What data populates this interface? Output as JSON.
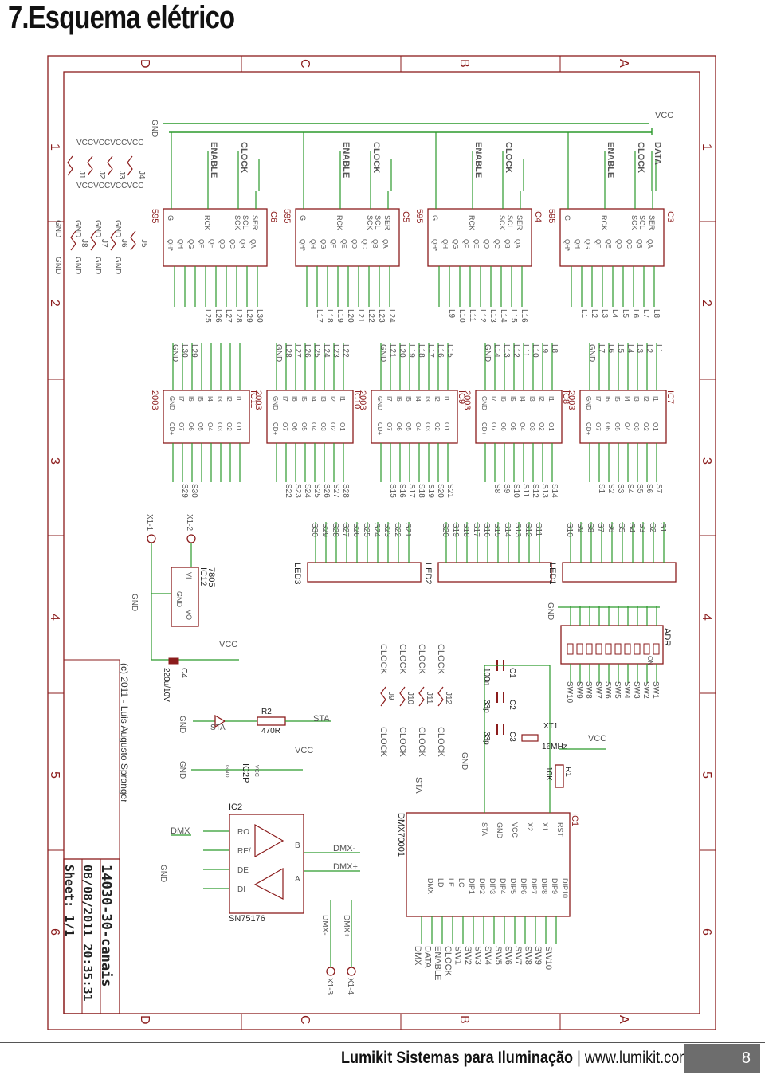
{
  "page": {
    "title": "7.Esquema elétrico",
    "footer_brand": "Lumikit Sistemas para Iluminação",
    "footer_sep": "|",
    "footer_url": "www.lumikit.com.br",
    "page_number": "8"
  },
  "frame": {
    "row_letters": [
      "D",
      "C",
      "B",
      "A"
    ],
    "col_numbers": [
      "1",
      "2",
      "3",
      "4",
      "5",
      "6"
    ]
  },
  "titleblock": {
    "copyright": "(c) 2011 - Luis Augusto Spranger",
    "name": "14030-30-canais",
    "date": "08/08/2011 20:35:31",
    "sheet": "Sheet: 1/1"
  },
  "nets": {
    "gnd": "GND",
    "vcc": "VCC",
    "enable": "ENABLE",
    "clock": "CLOCK",
    "data": "DATA",
    "dmx": "DMX",
    "dmx_minus": "DMX-",
    "dmx_plus": "DMX+",
    "sta": "STA"
  },
  "shift_registers": [
    {
      "ref": "IC6",
      "part": "595",
      "outs": [
        "L30",
        "L29",
        "L28",
        "L27",
        "L26",
        "L25"
      ]
    },
    {
      "ref": "IC5",
      "part": "595",
      "outs": [
        "L24",
        "L23",
        "L22",
        "L21",
        "L20",
        "L19",
        "L18",
        "L17"
      ]
    },
    {
      "ref": "IC4",
      "part": "595",
      "outs": [
        "L16",
        "L15",
        "L14",
        "L13",
        "L12",
        "L11",
        "L10",
        "L9"
      ]
    },
    {
      "ref": "IC3",
      "part": "595",
      "outs": [
        "L8",
        "L7",
        "L6",
        "L5",
        "L4",
        "L3",
        "L2",
        "L1"
      ]
    }
  ],
  "sr_pins": {
    "left": [
      "G",
      "RCK",
      "SCK",
      "SCL",
      "SER"
    ],
    "right": [
      "QH*",
      "QH",
      "QG",
      "QF",
      "QE",
      "QD",
      "QC",
      "QB",
      "QA"
    ]
  },
  "drivers": [
    {
      "ref": "IC11",
      "part": "2003",
      "ins": [
        "L30",
        "L29"
      ],
      "outs": [
        "S29",
        "S30"
      ]
    },
    {
      "ref": "IC10",
      "part": "2003",
      "ins": [
        "L28",
        "L27",
        "L26",
        "L25",
        "L24",
        "L23",
        "L22"
      ],
      "outs": [
        "S22",
        "S23",
        "S24",
        "S25",
        "S26",
        "S27",
        "S28"
      ]
    },
    {
      "ref": "IC9",
      "part": "2003",
      "ins": [
        "L21",
        "L20",
        "L19",
        "L18",
        "L17",
        "L16",
        "L15"
      ],
      "outs": [
        "S15",
        "S16",
        "S17",
        "S18",
        "S19",
        "S20",
        "S21"
      ]
    },
    {
      "ref": "IC8",
      "part": "2003",
      "ins": [
        "L14",
        "L13",
        "L12",
        "L11",
        "L10",
        "L9",
        "L8"
      ],
      "outs": [
        "S8",
        "S9",
        "S10",
        "S11",
        "S12",
        "S13",
        "S14"
      ]
    },
    {
      "ref": "IC7",
      "part": "2003",
      "ins": [
        "L7",
        "L6",
        "L5",
        "L4",
        "L3",
        "L2",
        "L1"
      ],
      "outs": [
        "S1",
        "S2",
        "S3",
        "S4",
        "S5",
        "S6",
        "S7"
      ]
    }
  ],
  "driver_pins": [
    "I1",
    "I2",
    "I3",
    "I4",
    "I5",
    "I6",
    "I7",
    "GND",
    "O1",
    "O2",
    "O3",
    "O4",
    "O5",
    "O6",
    "O7",
    "CD+"
  ],
  "led_headers": [
    {
      "ref": "LED3",
      "nets": [
        "S30",
        "S29",
        "S28",
        "S27",
        "S26",
        "S25",
        "S24",
        "S23",
        "S22",
        "S21"
      ]
    },
    {
      "ref": "LED2",
      "nets": [
        "S20",
        "S19",
        "S18",
        "S17",
        "S16",
        "S15",
        "S14",
        "S13",
        "S12",
        "S11"
      ]
    },
    {
      "ref": "LED1",
      "nets": [
        "S10",
        "S9",
        "S8",
        "S7",
        "S6",
        "S5",
        "S4",
        "S3",
        "S2",
        "S1"
      ]
    }
  ],
  "jumpers_top": [
    "J4",
    "J3",
    "J2",
    "J1",
    "J8",
    "J7",
    "J6",
    "J5"
  ],
  "jumpers_clock": [
    "J9",
    "J10",
    "J11",
    "J12"
  ],
  "regulator": {
    "ref": "IC12",
    "part": "7805",
    "vi": "VI",
    "gnd": "GND",
    "vo": "VO",
    "x1": "X1-1",
    "x2": "X1-2"
  },
  "c4": {
    "ref": "C4",
    "value": "220u/10V"
  },
  "led_sta": {
    "label": "STA",
    "r": "R2",
    "rv": "470R"
  },
  "ic2p": {
    "ref": "IC2P",
    "p5": "GND",
    "p8": "VCC"
  },
  "rs485": {
    "ref": "IC2",
    "part": "SN75176",
    "pins": [
      "RO",
      "RE/",
      "DE",
      "DI"
    ],
    "b": "B",
    "a": "A"
  },
  "mcu": {
    "ref": "IC1",
    "part": "DMX70001",
    "left": [
      "RST",
      "X1",
      "X2",
      "VCC",
      "GND",
      "STA"
    ],
    "right": [
      "DIP10",
      "DIP9",
      "DIP8",
      "DIP7",
      "DIP6",
      "DIP5",
      "DIP4",
      "DIP3",
      "DIP2",
      "DIP1",
      "LC",
      "LE",
      "LD",
      "DMX"
    ]
  },
  "crystal": {
    "ref": "XT1",
    "value": "16MHz"
  },
  "caps": [
    {
      "ref": "C1",
      "value": "100n"
    },
    {
      "ref": "C2",
      "value": "33p"
    },
    {
      "ref": "C3",
      "value": "33p"
    }
  ],
  "r1": {
    "ref": "R1",
    "value": "10K"
  },
  "dip": {
    "ref": "ADR",
    "sw": [
      "SW1",
      "SW2",
      "SW3",
      "SW4",
      "SW5",
      "SW6",
      "SW7",
      "SW8",
      "SW9",
      "SW10"
    ],
    "on": "ON"
  },
  "mcu_nets": [
    "DMX",
    "DATA",
    "ENABLE",
    "CLOCK",
    "SW1",
    "SW2",
    "SW3",
    "SW4",
    "SW5",
    "SW6",
    "SW7",
    "SW8",
    "SW9",
    "SW10"
  ],
  "dmx_conn": [
    "X1-3",
    "X1-4"
  ]
}
